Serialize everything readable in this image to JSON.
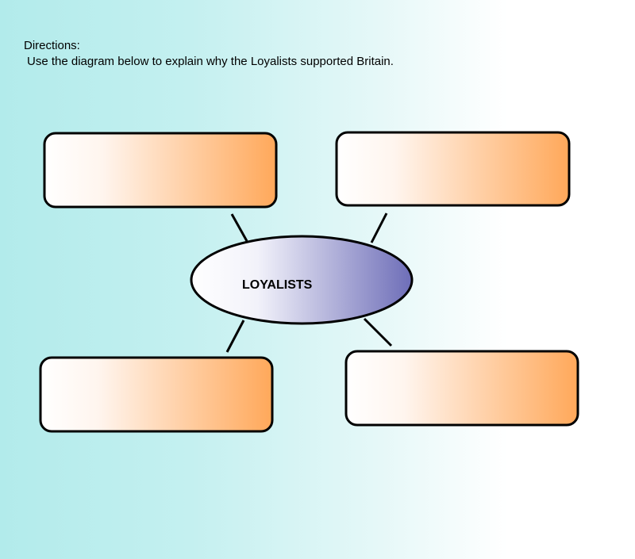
{
  "directions": {
    "title": "Directions:",
    "text": "Use the diagram below to explain why the Loyalists supported Britain."
  },
  "diagram": {
    "center_label": "LOYALISTS",
    "boxes": [
      {
        "id": "top-left",
        "text": ""
      },
      {
        "id": "top-right",
        "text": ""
      },
      {
        "id": "bottom-left",
        "text": ""
      },
      {
        "id": "bottom-right",
        "text": ""
      }
    ]
  },
  "colors": {
    "box_gradient_start": "#ffffff",
    "box_gradient_end": "#ffaa5c",
    "ellipse_gradient_start": "#ffffff",
    "ellipse_gradient_end": "#7070bb",
    "background_left": "#b2ebeb",
    "background_right": "#ffffff"
  }
}
